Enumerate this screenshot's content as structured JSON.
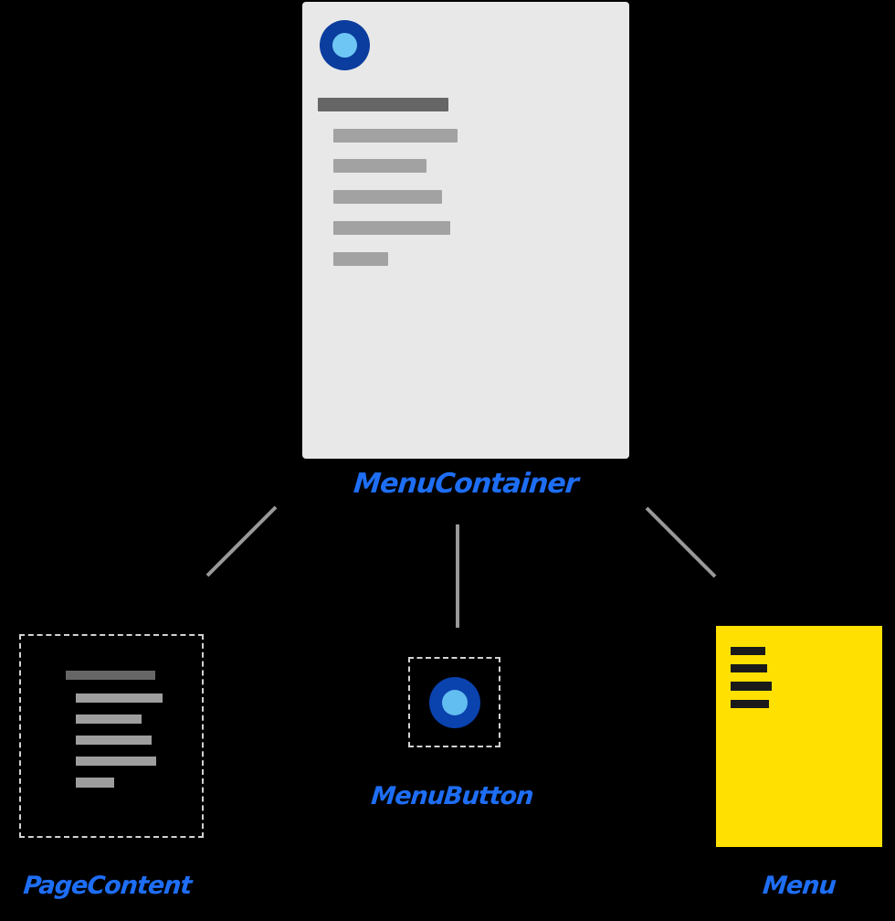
{
  "diagram": {
    "background_color": "#000000",
    "label_color": "#1e6ef5",
    "connector_color": "#999999",
    "menu_container": {
      "label": "MenuContainer",
      "card_color": "#e8e8e8",
      "title_bar_color": "#666666",
      "text_bar_color": "#a2a2a2",
      "icon": "radio-button-circle-icon",
      "icon_outer_color": "#0a3d9d",
      "icon_inner_color": "#6ec6f5"
    },
    "page_content": {
      "label": "PageContent",
      "border_color": "#d2d2d2",
      "title_bar_color": "#666666",
      "text_bar_color": "#9e9e9e"
    },
    "menu_button": {
      "label": "MenuButton",
      "border_color": "#d2d2d2",
      "icon": "radio-button-circle-icon",
      "icon_outer_color": "#0a42ae",
      "icon_inner_color": "#62bdf0"
    },
    "menu": {
      "label": "Menu",
      "panel_color": "#ffe000",
      "item_bar_color": "#1a1a1a"
    }
  }
}
